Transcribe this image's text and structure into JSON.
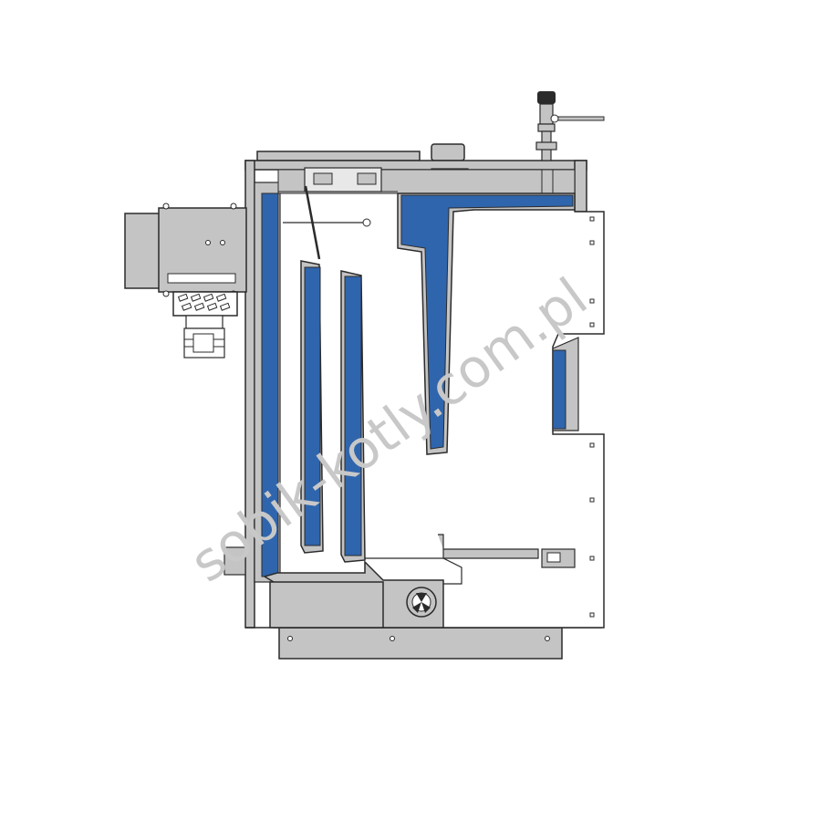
{
  "diagram": {
    "watermark": "sobik-kotly.com.pl",
    "colors": {
      "water_jacket": "#2f65ad",
      "steel": "#c4c4c4",
      "outline": "#2b2b2b",
      "watermark": "#c8c8c8",
      "background": "#ffffff"
    },
    "components": [
      "boiler-casing",
      "water-jacket-left",
      "water-jacket-top",
      "water-jacket-vertical-baffle",
      "flue-baffle-1",
      "flue-baffle-2",
      "front-door-panel",
      "front-door-water-cell",
      "flue-gas-outlet",
      "burner-fan-unit",
      "safety-valve",
      "cleaning-port",
      "ash-pan",
      "grate",
      "base-frame"
    ]
  }
}
